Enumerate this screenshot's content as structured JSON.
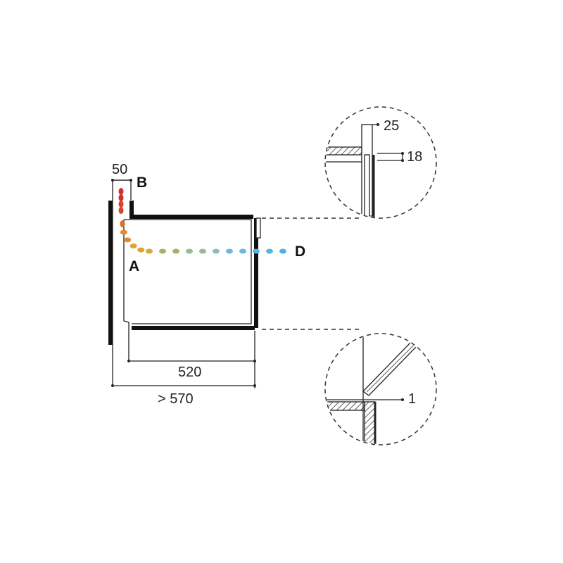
{
  "dimensions": {
    "top_width": "50",
    "inner_depth": "520",
    "outer_depth": "> 570",
    "detail_top_a": "25",
    "detail_top_b": "18",
    "detail_bottom": "1"
  },
  "points": {
    "a": "A",
    "b": "B",
    "d": "D"
  },
  "airflow_colors": [
    "#d62f2f",
    "#d8452a",
    "#df6a2a",
    "#e38a2d",
    "#e0a232",
    "#cbae3c",
    "#a6b06a",
    "#9ab79a",
    "#8dbcbd",
    "#6cb8d8",
    "#56b4e4",
    "#4fb1e6"
  ]
}
